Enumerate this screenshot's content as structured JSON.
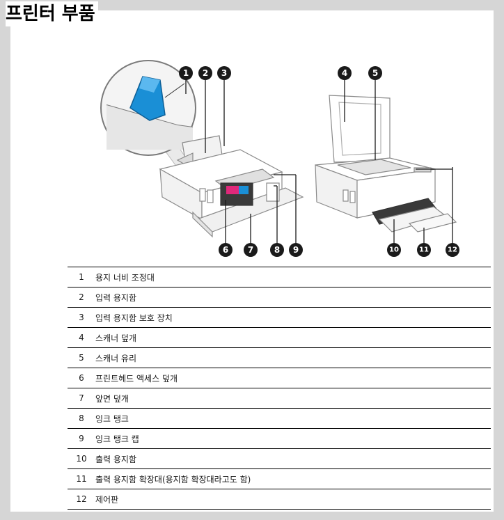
{
  "page": {
    "title": "프린터 부품"
  },
  "parts": [
    {
      "num": "1",
      "label": "용지 너비 조정대"
    },
    {
      "num": "2",
      "label": "입력 용지함"
    },
    {
      "num": "3",
      "label": "입력 용지함 보호 장치"
    },
    {
      "num": "4",
      "label": "스캐너 덮개"
    },
    {
      "num": "5",
      "label": "스캐너 유리"
    },
    {
      "num": "6",
      "label": "프린트헤드 액세스 덮개"
    },
    {
      "num": "7",
      "label": "앞면 덮개"
    },
    {
      "num": "8",
      "label": "잉크 탱크"
    },
    {
      "num": "9",
      "label": "잉크 탱크 캡"
    },
    {
      "num": "10",
      "label": "출력 용지함"
    },
    {
      "num": "11",
      "label": "출력 용지함 확장대(용지함 확장대라고도 함)"
    },
    {
      "num": "12",
      "label": "제어판"
    }
  ],
  "colors": {
    "callout": "#1a1a1a",
    "guide_blue": "#1a8fd6",
    "printer_line": "#8a8a8a"
  },
  "icons": [
    "printer-illustration-left",
    "printer-illustration-right",
    "paper-width-guide-zoom"
  ]
}
